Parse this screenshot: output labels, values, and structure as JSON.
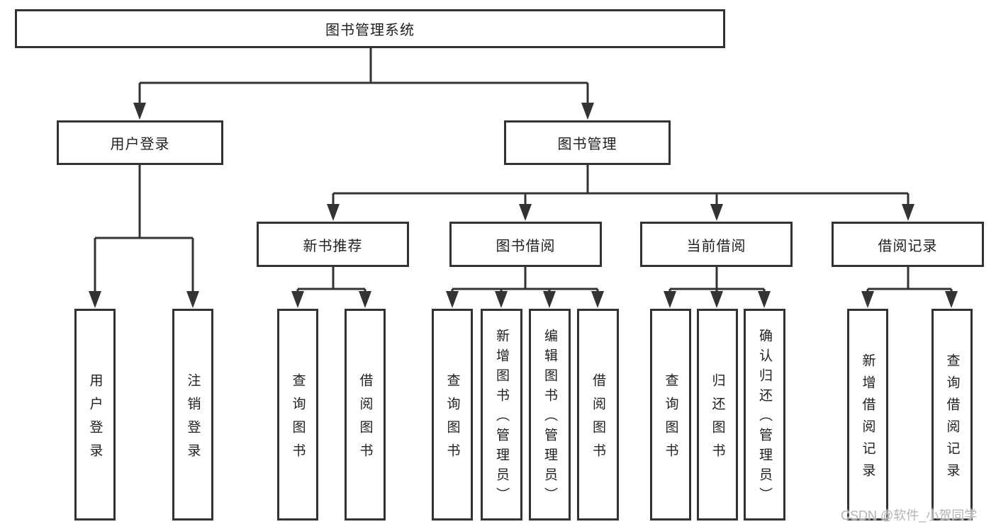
{
  "tree": {
    "root": {
      "label": "图书管理系统",
      "children": [
        {
          "label": "用户登录",
          "children": [
            {
              "label": "用户登录"
            },
            {
              "label": "注销登录"
            }
          ]
        },
        {
          "label": "图书管理",
          "children": [
            {
              "label": "新书推荐",
              "children": [
                {
                  "label": "查询图书"
                },
                {
                  "label": "借阅图书"
                }
              ]
            },
            {
              "label": "图书借阅",
              "children": [
                {
                  "label": "查询图书"
                },
                {
                  "label": "新增图书（管理员）"
                },
                {
                  "label": "编辑图书（管理员）"
                },
                {
                  "label": "借阅图书"
                }
              ]
            },
            {
              "label": "当前借阅",
              "children": [
                {
                  "label": "查询图书"
                },
                {
                  "label": "归还图书"
                },
                {
                  "label": "确认归还（管理员）"
                }
              ]
            },
            {
              "label": "借阅记录",
              "children": [
                {
                  "label": "新增借阅记录"
                },
                {
                  "label": "查询借阅记录"
                }
              ]
            }
          ]
        }
      ]
    }
  },
  "watermark": "CSDN @软件_小贺同学",
  "colors": {
    "line": "#333333",
    "text": "#1f1f1f",
    "watermark": "#b3b3b3",
    "background": "#ffffff"
  }
}
